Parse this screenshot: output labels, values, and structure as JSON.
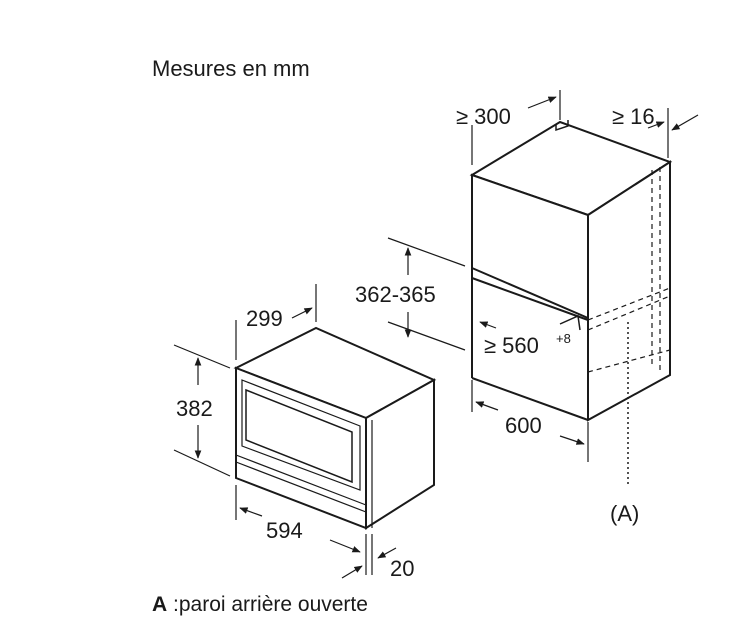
{
  "title": "Mesures en mm",
  "footnote": {
    "key": "A",
    "text": ":paroi arrière ouverte"
  },
  "cabinet": {
    "depth": "≥ 300",
    "side_clearance": "≥ 16",
    "opening_height": "362-365",
    "opening_depth": "≥ 560",
    "opening_depth_tol": "+8",
    "width": "600",
    "marker": "(A)"
  },
  "appliance": {
    "depth": "299",
    "height": "382",
    "width": "594",
    "front_thickness": "20"
  }
}
